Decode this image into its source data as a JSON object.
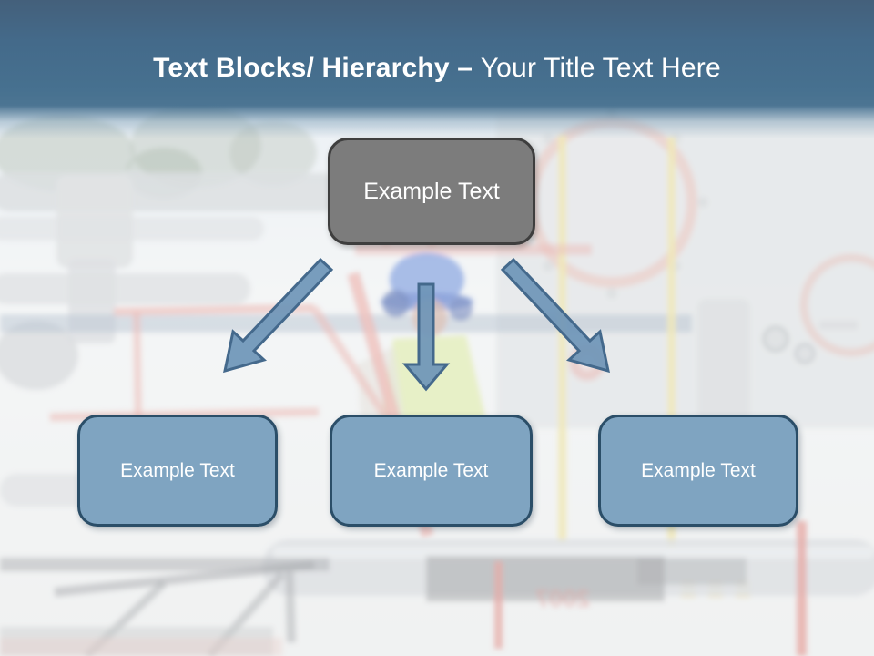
{
  "header": {
    "title_bold": "Text Blocks/ Hierarchy – ",
    "title_regular": "Your Title Text Here"
  },
  "hierarchy": {
    "root": {
      "label": "Example Text"
    },
    "children": [
      {
        "label": "Example Text"
      },
      {
        "label": "Example Text"
      },
      {
        "label": "Example Text"
      }
    ]
  },
  "background": {
    "name": "industrial-plant-worker-photo"
  },
  "colors": {
    "header_blue": "#46708F",
    "root_box_fill": "#7C7C7C",
    "root_box_border": "#3E3E3E",
    "child_box_fill": "#7FA4C1",
    "child_box_border": "#2B4E68",
    "arrow_fill": "#6E95B7",
    "arrow_stroke": "#44698C",
    "title_text": "#FFFFFF"
  }
}
